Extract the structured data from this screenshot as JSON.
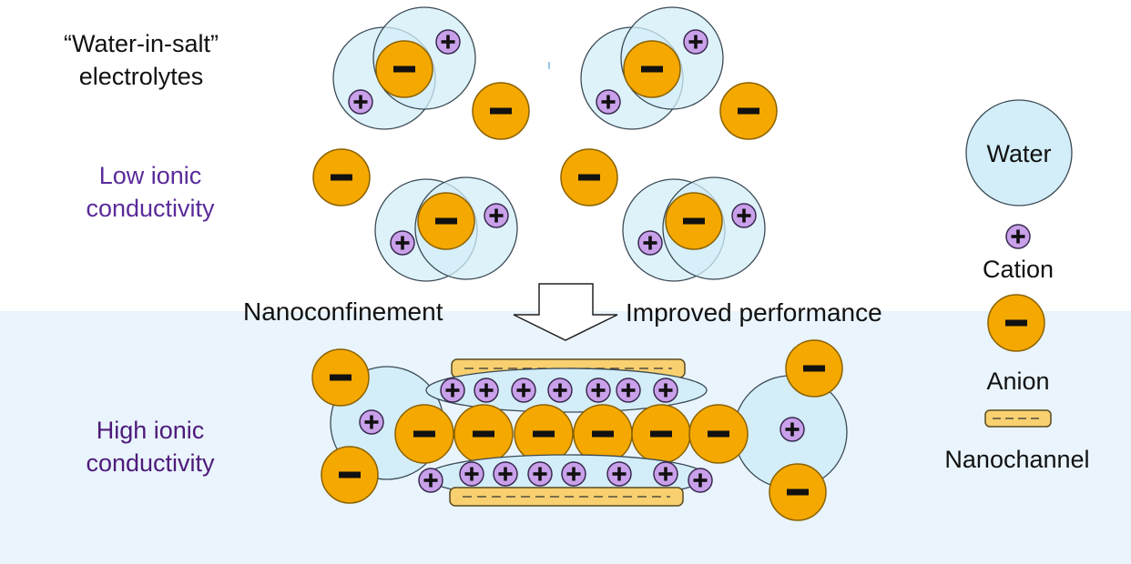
{
  "labels": {
    "wis_line1": "“Water-in-salt”",
    "wis_line2": "electrolytes",
    "low_line1": "Low ionic",
    "low_line2": "conductivity",
    "high_line1": "High ionic",
    "high_line2": "conductivity",
    "nanoconfinement": "Nanoconfinement",
    "improved": "Improved performance"
  },
  "legend": {
    "water": "Water",
    "cation": "Cation",
    "anion": "Anion",
    "nanochannel": "Nanochannel"
  },
  "symbols": {
    "plus": "+",
    "minus": "−"
  },
  "colors": {
    "top_background": "#ffffff",
    "bottom_background": "#e9f4fc",
    "water_fill": "#d3eef8",
    "water_stroke": "#3b4a55",
    "cation_fill": "#c9a0ea",
    "anion_fill": "#f5a800",
    "anion_stroke": "#8a6200",
    "channel_fill": "#f8d070",
    "low_label": "#5a2b9a",
    "high_label": "#4e1a7a"
  },
  "icons": [
    "water-molecule-icon",
    "cation-icon",
    "anion-icon",
    "nanochannel-icon",
    "down-arrow-icon"
  ]
}
